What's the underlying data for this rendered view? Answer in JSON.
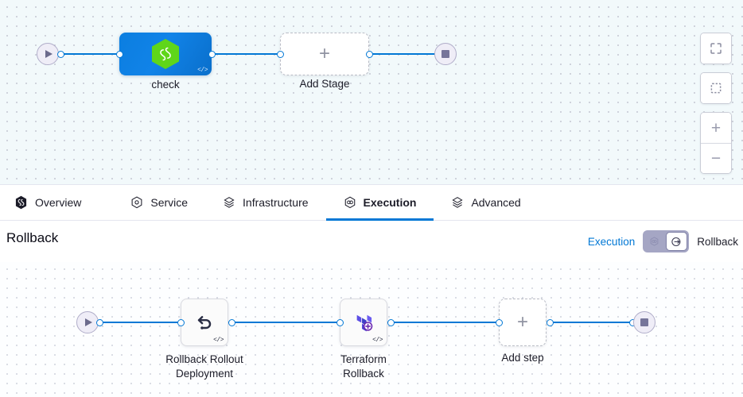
{
  "top_pipeline": {
    "start_node": {
      "name": "start-node",
      "icon": "play-icon"
    },
    "stages": [
      {
        "id": "check",
        "label": "check",
        "type": "stage",
        "icon": "harness-hexagon-icon",
        "code_tag": "</>",
        "selected": true
      },
      {
        "id": "add-stage",
        "label": "Add Stage",
        "type": "add",
        "icon": "plus-icon"
      }
    ],
    "end_node": {
      "name": "end-node",
      "icon": "stop-icon"
    }
  },
  "canvas_toolbar": {
    "buttons": [
      {
        "name": "fit-to-screen-button",
        "icon": "fullscreen-icon",
        "title": "Fit to screen"
      },
      {
        "name": "selection-mode-button",
        "icon": "dashed-square-icon",
        "title": "Selection"
      },
      {
        "name": "zoom-in-button",
        "icon": "plus-icon",
        "glyph": "+"
      },
      {
        "name": "zoom-out-button",
        "icon": "minus-icon",
        "glyph": "−"
      }
    ]
  },
  "tabs": [
    {
      "id": "overview",
      "label": "Overview",
      "icon": "harness-hexagon-icon",
      "active": false
    },
    {
      "id": "service",
      "label": "Service",
      "icon": "service-hexagon-icon",
      "active": false
    },
    {
      "id": "infrastructure",
      "label": "Infrastructure",
      "icon": "infrastructure-layers-icon",
      "active": false
    },
    {
      "id": "execution",
      "label": "Execution",
      "icon": "execution-hexagon-icon",
      "active": true
    },
    {
      "id": "advanced",
      "label": "Advanced",
      "icon": "advanced-layers-icon",
      "active": false
    }
  ],
  "rollback_section": {
    "title": "Rollback",
    "mode_switch": {
      "left_label": "Execution",
      "right_label": "Rollback",
      "left_icon": "execution-hexagon-icon",
      "right_icon": "rollback-arrow-icon",
      "selected": "Rollback"
    }
  },
  "bottom_pipeline": {
    "start_node": {
      "name": "start-node",
      "icon": "play-icon"
    },
    "steps": [
      {
        "id": "rollback-rollout-deployment",
        "label": "Rollback Rollout\nDeployment",
        "icon": "rollback-undo-arrow-icon",
        "code_tag": "</>",
        "type": "step"
      },
      {
        "id": "terraform-rollback",
        "label": "Terraform\nRollback",
        "icon": "terraform-icon",
        "code_tag": "</>",
        "type": "step"
      },
      {
        "id": "add-step",
        "label": "Add step",
        "icon": "plus-icon",
        "type": "add"
      }
    ],
    "end_node": {
      "name": "end-node",
      "icon": "stop-icon"
    }
  },
  "colors": {
    "edge": "#0278d5",
    "accent": "#0278d5",
    "stage_blue": "#0b7ee0",
    "harness_green": "#5fd61a",
    "terraform_purple": "#5c4ee5",
    "terminal_fill": "#efedf7",
    "canvas_top_bg": "#f2f9fb",
    "canvas_bottom_bg": "#fdfeff"
  }
}
